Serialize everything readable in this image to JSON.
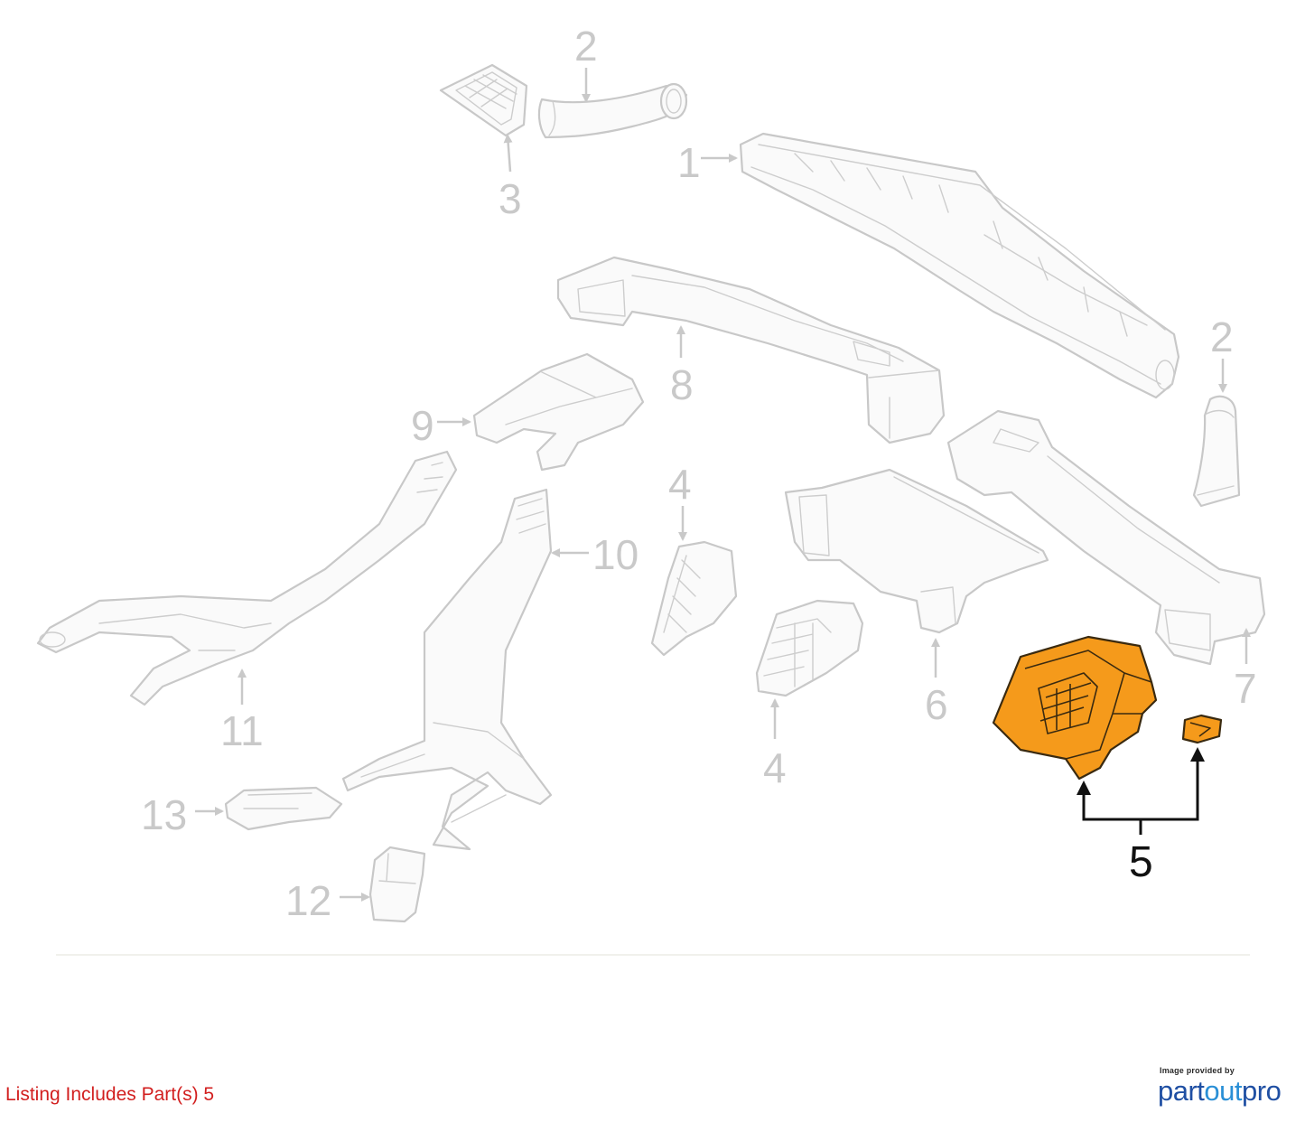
{
  "diagram": {
    "callouts": {
      "c1": "1",
      "c2a": "2",
      "c2b": "2",
      "c3": "3",
      "c4a": "4",
      "c4b": "4",
      "c5": "5",
      "c6": "6",
      "c7": "7",
      "c8": "8",
      "c9": "9",
      "c10": "10",
      "c11": "11",
      "c12": "12",
      "c13": "13"
    },
    "highlight_color": "#f59a1b",
    "callout_color": "#c9c9c9"
  },
  "footer": {
    "listing_note": "Listing Includes Part(s) 5",
    "provider_caption": "Image provided by",
    "provider_name_part1": "part",
    "provider_name_part2": "out",
    "provider_name_part3": "pro"
  }
}
